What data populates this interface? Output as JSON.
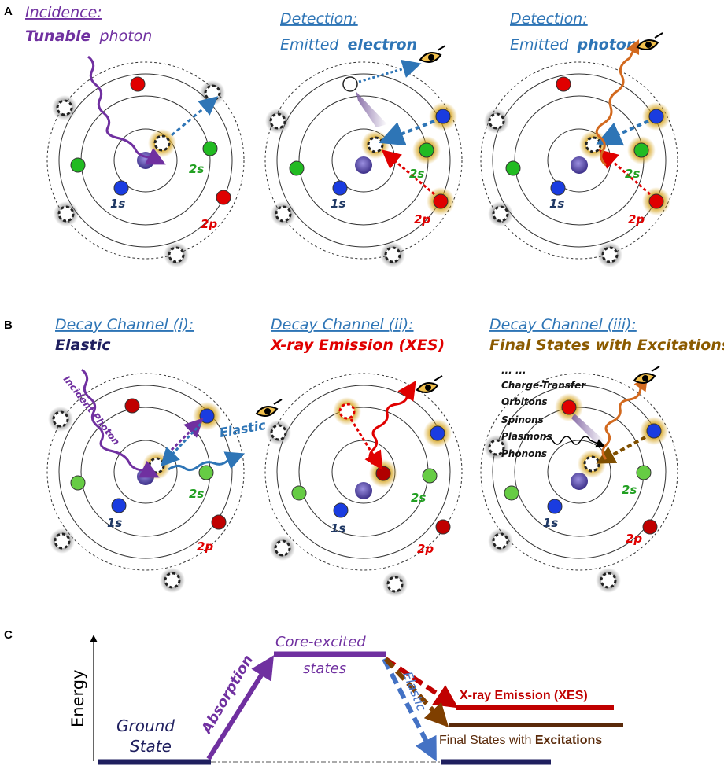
{
  "panels": {
    "a_label": "A",
    "b_label": "B",
    "c_label": "C"
  },
  "panel_a": {
    "incidence_title": "Incidence:",
    "incidence_sub_prefix": "Tunable",
    "incidence_sub_word": "photon",
    "detection1_title": "Detection:",
    "detection1_prefix": "Emitted",
    "detection1_word": "electron",
    "detection2_title": "Detection:",
    "detection2_prefix": "Emitted",
    "detection2_word": "photon"
  },
  "panel_b": {
    "channel1_title": "Decay Channel (i):",
    "channel1_sub": "Elastic",
    "channel2_title": "Decay Channel (ii):",
    "channel2_sub": "X-ray Emission (XES)",
    "channel3_title": "Decay Channel (iii):",
    "channel3_sub": "Final States with Excitations",
    "incident_photon": "Incident Photon",
    "elastic": "Elastic",
    "dots": "... ...",
    "excitations": [
      "Charge-Transfer",
      "Orbitons",
      "Spinons",
      "Plasmons",
      "Phonons"
    ]
  },
  "orbitals": {
    "s1": "1s",
    "s2": "2s",
    "p2": "2p"
  },
  "panel_c": {
    "y_axis": "Energy",
    "ground_line1": "Ground",
    "ground_line2": "State",
    "absorption": "Absorption",
    "core_line1": "Core-excited",
    "core_line2": "states",
    "elastic": "Elastic",
    "xes": "X-ray Emission (XES)",
    "final_prefix": "Final States with ",
    "final_bold": "Excitations"
  },
  "colors": {
    "purple": "#7030a0",
    "blue_text": "#2e75b6",
    "arrow_blue": "#2e75b6",
    "red": "#e00000",
    "dark_red": "#c00000",
    "green": "#22bb22",
    "orange": "#d2691e",
    "brown": "#7f4f00",
    "navy": "#1f1f5f",
    "dark_brown": "#5a2a0a"
  }
}
